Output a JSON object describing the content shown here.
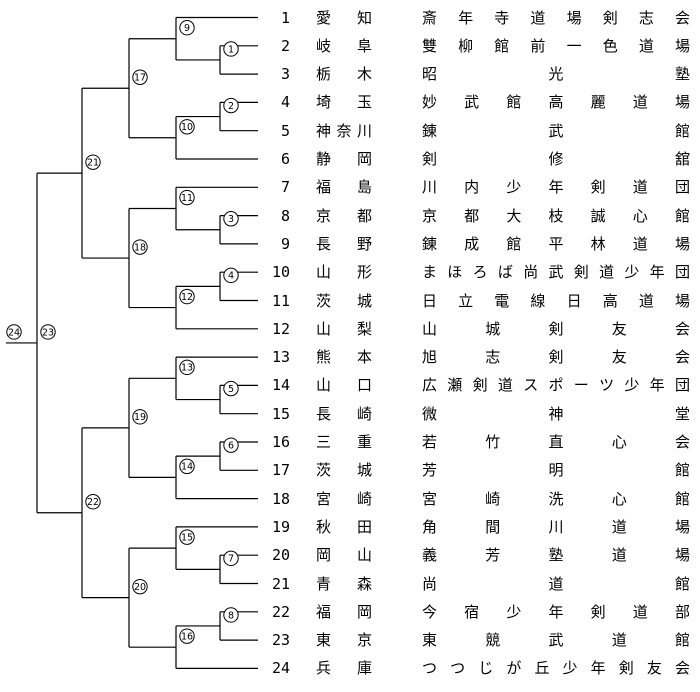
{
  "teams": [
    {
      "no": "1",
      "prefecture": "愛知",
      "club": "斎年寺道場剣志会"
    },
    {
      "no": "2",
      "prefecture": "岐阜",
      "club": "雙柳館前一色道場"
    },
    {
      "no": "3",
      "prefecture": "栃木",
      "club": "昭光塾"
    },
    {
      "no": "4",
      "prefecture": "埼玉",
      "club": "妙武館高麗道場"
    },
    {
      "no": "5",
      "prefecture": "神奈川",
      "club": "錬武館"
    },
    {
      "no": "6",
      "prefecture": "静岡",
      "club": "剣修舘"
    },
    {
      "no": "7",
      "prefecture": "福島",
      "club": "川内少年剣道団"
    },
    {
      "no": "8",
      "prefecture": "京都",
      "club": "京都大枝誠心館"
    },
    {
      "no": "9",
      "prefecture": "長野",
      "club": "錬成館平林道場"
    },
    {
      "no": "10",
      "prefecture": "山形",
      "club": "まほろば尚武剣道少年団"
    },
    {
      "no": "11",
      "prefecture": "茨城",
      "club": "日立電線日高道場"
    },
    {
      "no": "12",
      "prefecture": "山梨",
      "club": "山城剣友会"
    },
    {
      "no": "13",
      "prefecture": "熊本",
      "club": "旭志剣友会"
    },
    {
      "no": "14",
      "prefecture": "山口",
      "club": "広瀬剣道スポーツ少年団"
    },
    {
      "no": "15",
      "prefecture": "長崎",
      "club": "微神堂"
    },
    {
      "no": "16",
      "prefecture": "三重",
      "club": "若竹直心会"
    },
    {
      "no": "17",
      "prefecture": "茨城",
      "club": "芳明館"
    },
    {
      "no": "18",
      "prefecture": "宮崎",
      "club": "宮崎洗心館"
    },
    {
      "no": "19",
      "prefecture": "秋田",
      "club": "角間川道場"
    },
    {
      "no": "20",
      "prefecture": "岡山",
      "club": "義芳塾道場"
    },
    {
      "no": "21",
      "prefecture": "青森",
      "club": "尚道館"
    },
    {
      "no": "22",
      "prefecture": "福岡",
      "club": "今宿少年剣道部"
    },
    {
      "no": "23",
      "prefecture": "東京",
      "club": "東競武道館"
    },
    {
      "no": "24",
      "prefecture": "兵庫",
      "club": "つつじが丘少年剣友会"
    }
  ],
  "matches": [
    {
      "label": "①"
    },
    {
      "label": "②"
    },
    {
      "label": "③"
    },
    {
      "label": "④"
    },
    {
      "label": "⑤"
    },
    {
      "label": "⑥"
    },
    {
      "label": "⑦"
    },
    {
      "label": "⑧"
    },
    {
      "label": "⑨"
    },
    {
      "label": "⑩"
    },
    {
      "label": "⑪"
    },
    {
      "label": "⑫"
    },
    {
      "label": "⑬"
    },
    {
      "label": "⑭"
    },
    {
      "label": "⑮"
    },
    {
      "label": "⑯"
    },
    {
      "label": "⑰"
    },
    {
      "label": "⑱"
    },
    {
      "label": "⑲"
    },
    {
      "label": "⑳"
    },
    {
      "label": "㉑"
    },
    {
      "label": "㉒"
    },
    {
      "label": "㉓"
    },
    {
      "label": "㉔"
    }
  ]
}
